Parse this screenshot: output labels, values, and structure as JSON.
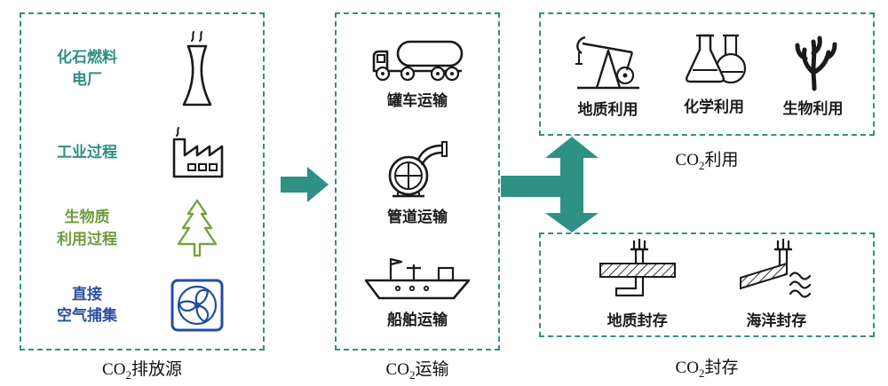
{
  "colors": {
    "accent": "#2f9183",
    "teal_text": "#2d8f7f",
    "green_text": "#6f9a3d",
    "blue_text": "#2b50a1",
    "ink": "#1a1a1a",
    "icon_green": "#76a23e",
    "icon_blue": "#1f4fa0"
  },
  "sources": {
    "caption": {
      "pre": "CO",
      "sub": "2",
      "post": "排放源"
    },
    "items": [
      {
        "label": "化石燃料\n电厂",
        "icon": "cooling-tower-icon"
      },
      {
        "label": "工业过程",
        "icon": "factory-icon"
      },
      {
        "label": "生物质\n利用过程",
        "icon": "pine-tree-icon"
      },
      {
        "label": "直接\n空气捕集",
        "icon": "air-capture-fan-icon"
      }
    ]
  },
  "transport": {
    "caption": {
      "pre": "CO",
      "sub": "2",
      "post": "运输"
    },
    "items": [
      {
        "label": "罐车运输",
        "icon": "tanker-truck-icon"
      },
      {
        "label": "管道运输",
        "icon": "pipeline-pump-icon"
      },
      {
        "label": "船舶运输",
        "icon": "ship-icon"
      }
    ]
  },
  "utilization": {
    "caption": {
      "pre": "CO",
      "sub": "2",
      "post": "利用"
    },
    "items": [
      {
        "label": "地质利用",
        "icon": "oil-pumpjack-icon"
      },
      {
        "label": "化学利用",
        "icon": "chemical-flasks-icon"
      },
      {
        "label": "生物利用",
        "icon": "coral-icon"
      }
    ]
  },
  "storage": {
    "caption": {
      "pre": "CO",
      "sub": "2",
      "post": "封存"
    },
    "items": [
      {
        "label": "地质封存",
        "icon": "geological-storage-icon"
      },
      {
        "label": "海洋封存",
        "icon": "ocean-storage-icon"
      }
    ]
  }
}
